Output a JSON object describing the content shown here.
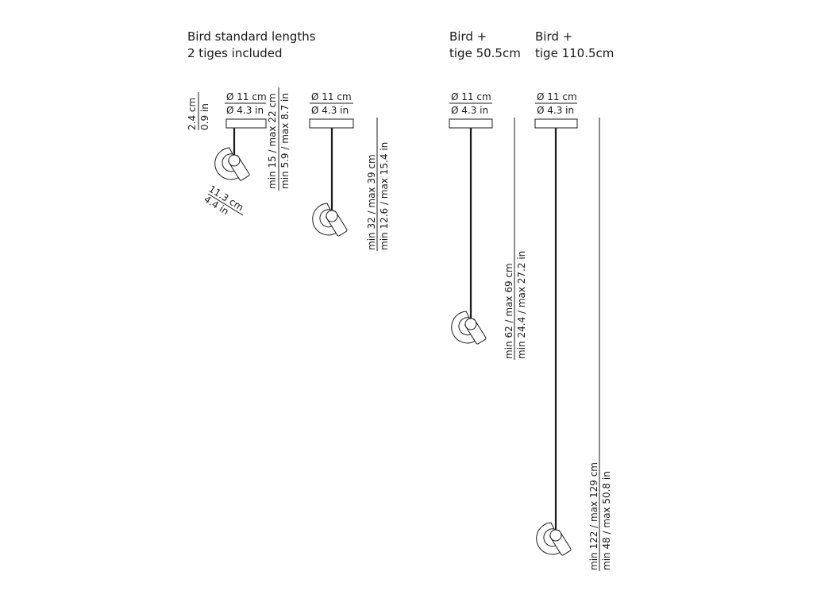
{
  "headers": {
    "standard": [
      "Bird standard lengths",
      "2 tiges included"
    ],
    "tige50": [
      "Bird +",
      "tige 50.5cm"
    ],
    "tige110": [
      "Bird +",
      "tige 110.5cm"
    ]
  },
  "canopy": {
    "cm": "Ø 11 cm",
    "in": "Ø 4.3 in"
  },
  "canopy_height": {
    "cm": "2.4 cm",
    "in": "0.9 in"
  },
  "head_length": {
    "cm": "11.3 cm",
    "in": "4.4 in"
  },
  "lamps": {
    "l1": {
      "cm": "min 15 / max 22 cm",
      "in": "min 5.9 / max 8.7 in"
    },
    "l2": {
      "cm": "min 32 / max 39 cm",
      "in": "min 12.6 / max 15.4 in"
    },
    "l3": {
      "cm": "min 62 / max 69 cm",
      "in": "min 24.4 / max 27.2 in"
    },
    "l4": {
      "cm": "min 122 / max 129 cm",
      "in": "min 48 / max 50.8 in"
    }
  }
}
